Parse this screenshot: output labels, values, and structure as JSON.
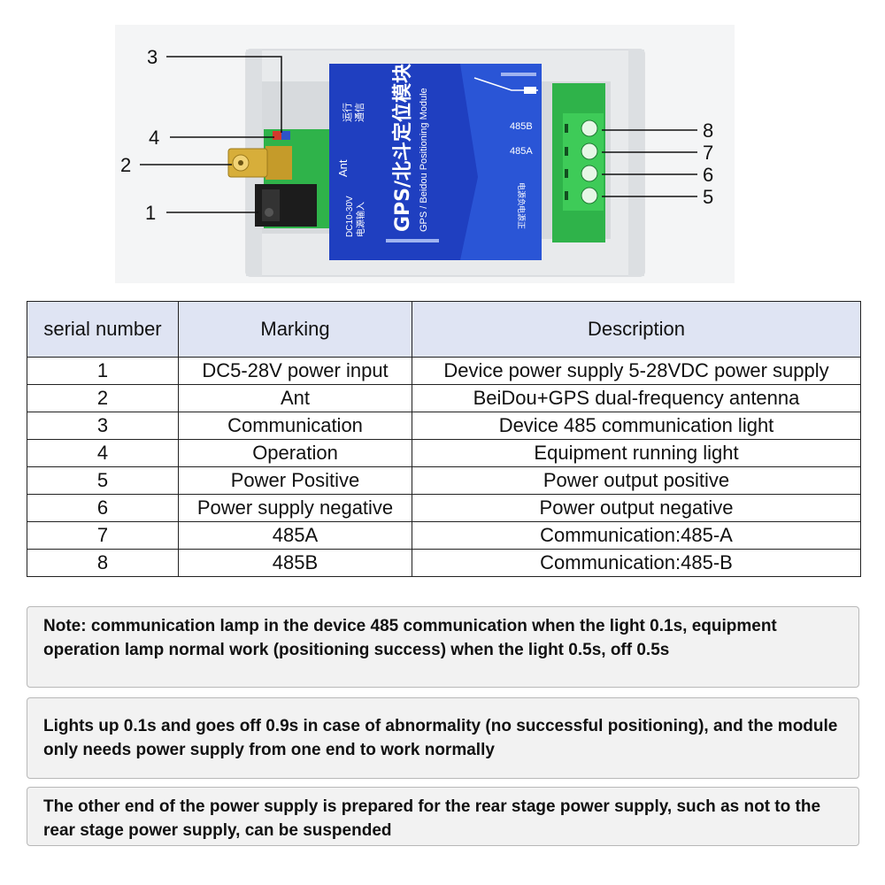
{
  "figure": {
    "module": {
      "title_cn": "GPS/北斗定位模块",
      "title_en": "GPS / Beidou Positioning Module",
      "label_run": "运行",
      "label_comm": "通信",
      "label_ant": "Ant",
      "label_dc": "DC10-30V",
      "label_power_input": "电源输入",
      "label_485b": "485B",
      "label_485a": "485A",
      "label_neg": "电源负",
      "label_pos": "电源正"
    },
    "callouts": [
      "1",
      "2",
      "3",
      "4",
      "5",
      "6",
      "7",
      "8"
    ],
    "colors": {
      "module_blue": "#1f3fc0",
      "terminal_green": "#2fb34a",
      "housing": "#eef0f2"
    }
  },
  "table": {
    "headers": [
      "serial number",
      "Marking",
      "Description"
    ],
    "rows": [
      {
        "serial": "1",
        "marking": "DC5-28V power input",
        "description": "Device power supply 5-28VDC power supply"
      },
      {
        "serial": "2",
        "marking": "Ant",
        "description": "BeiDou+GPS dual-frequency antenna"
      },
      {
        "serial": "3",
        "marking": "Communication",
        "description": "Device 485 communication light"
      },
      {
        "serial": "4",
        "marking": "Operation",
        "description": "Equipment running light"
      },
      {
        "serial": "5",
        "marking": "Power Positive",
        "description": "Power output positive"
      },
      {
        "serial": "6",
        "marking": "Power supply negative",
        "description": "Power output negative"
      },
      {
        "serial": "7",
        "marking": "485A",
        "description": "Communication:485-A"
      },
      {
        "serial": "8",
        "marking": "485B",
        "description": "Communication:485-B"
      }
    ],
    "colors": {
      "header_bg": "#dfe4f3"
    }
  },
  "notes": [
    "Note: communication lamp in the device 485 communication when the light 0.1s, equipment operation lamp normal work (positioning success) when the light 0.5s, off 0.5s",
    "Lights up 0.1s and goes off 0.9s in case of abnormality (no successful positioning), and the module only needs power supply from one end to work normally",
    "The other end of the power supply is prepared for the rear stage power supply, such as not to the rear stage power supply, can be suspended"
  ]
}
